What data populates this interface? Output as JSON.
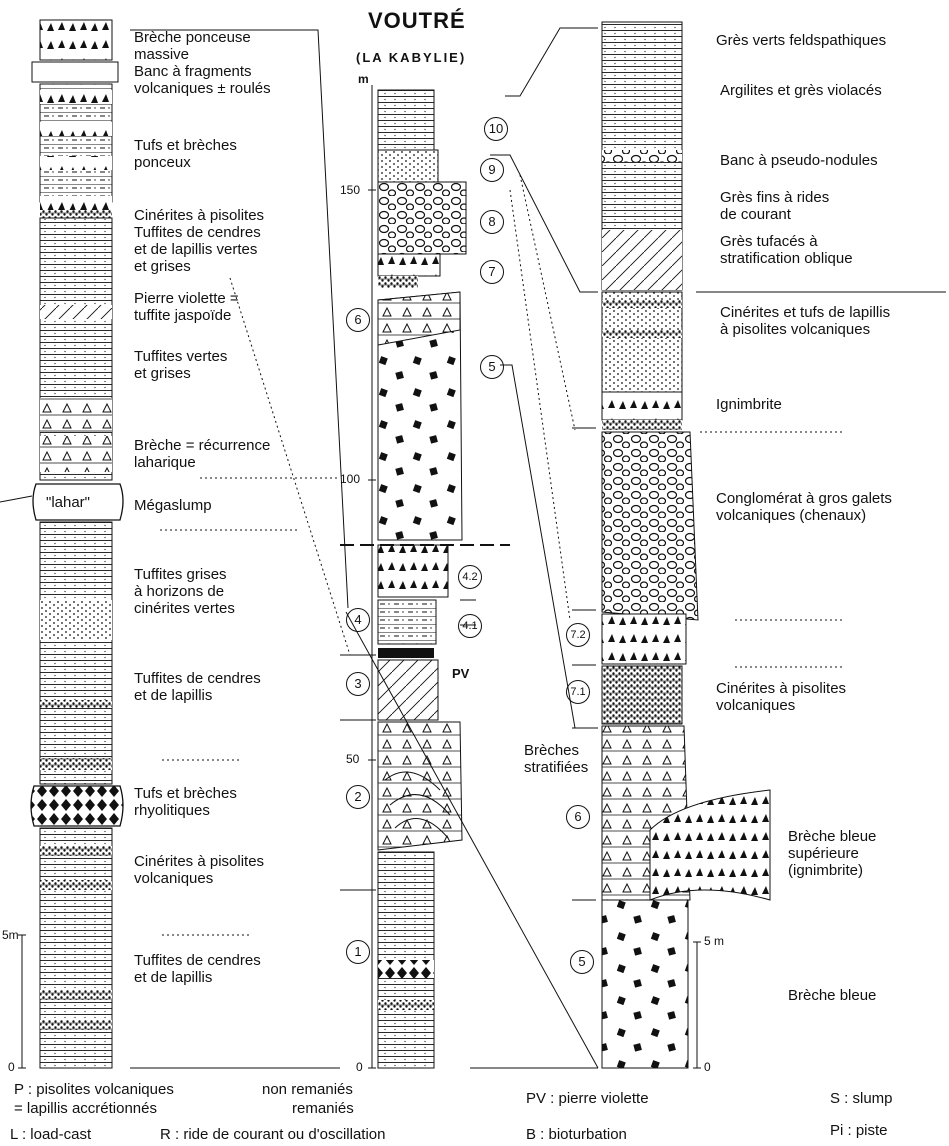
{
  "title": "VOUTRÉ",
  "subtitle": "(LA KABYLIE)",
  "left_labels": [
    "Brèche ponceuse\nmassive",
    "Banc à fragments\nvolcaniques ± roulés",
    "Tufs et brèches\nponceux",
    "Cinérites à pisolites",
    "Tuffites de cendres\net de lapillis vertes\net grises",
    "Pierre violette =\ntuffite jaspoïde",
    "Tuffites vertes\net grises",
    "Brèche = récurrence\nlaharique",
    "Mégaslump",
    "Tuffites grises\nà horizons de\ncinérites vertes",
    "Tuffites de cendres\net de lapillis",
    "Tufs et brèches\nrhyolitiques",
    "Cinérites à pisolites\nvolcaniques",
    "Tuffites de cendres\net de lapillis"
  ],
  "lahar": "\"lahar\"",
  "right_labels": [
    "Grès verts feldspathiques",
    "Argilites et grès violacés",
    "Banc à pseudo-nodules",
    "Grès fins à rides\nde courant",
    "Grès tufacés à\nstratification oblique",
    "Cinérites et tufs de lapillis\nà pisolites volcaniques",
    "Ignimbrite",
    "Conglomérat à gros galets\nvolcaniques (chenaux)",
    "Cinérites à pisolites\nvolcaniques",
    "Brèche bleue\nsupérieure\n(ignimbrite)",
    "Brèche bleue"
  ],
  "brech_strat": "Brèches\nstratifiées",
  "middle_units": [
    "10",
    "9",
    "8",
    "7",
    "6",
    "5",
    "4.2",
    "4.1",
    "3",
    "2",
    "1"
  ],
  "right_units": [
    "7.2",
    "7.1",
    "6",
    "5"
  ],
  "left_col_units": [
    "4"
  ],
  "pv_label": "PV",
  "scale_m": "m",
  "ticks": [
    "150",
    "100",
    "50",
    "0"
  ],
  "scale_left": [
    "5m",
    "0"
  ],
  "scale_right": [
    "5 m",
    "0"
  ],
  "legend": {
    "p": "P : pisolites volcaniques",
    "acc": "= lapillis accrétionnés",
    "non": "non remaniés",
    "rem": "remaniés",
    "pv": "PV : pierre violette",
    "s": "S : slump",
    "l": "L : load-cast",
    "r": "R : ride de courant ou d'oscillation",
    "b": "B : bioturbation",
    "pi": "Pi : piste"
  }
}
